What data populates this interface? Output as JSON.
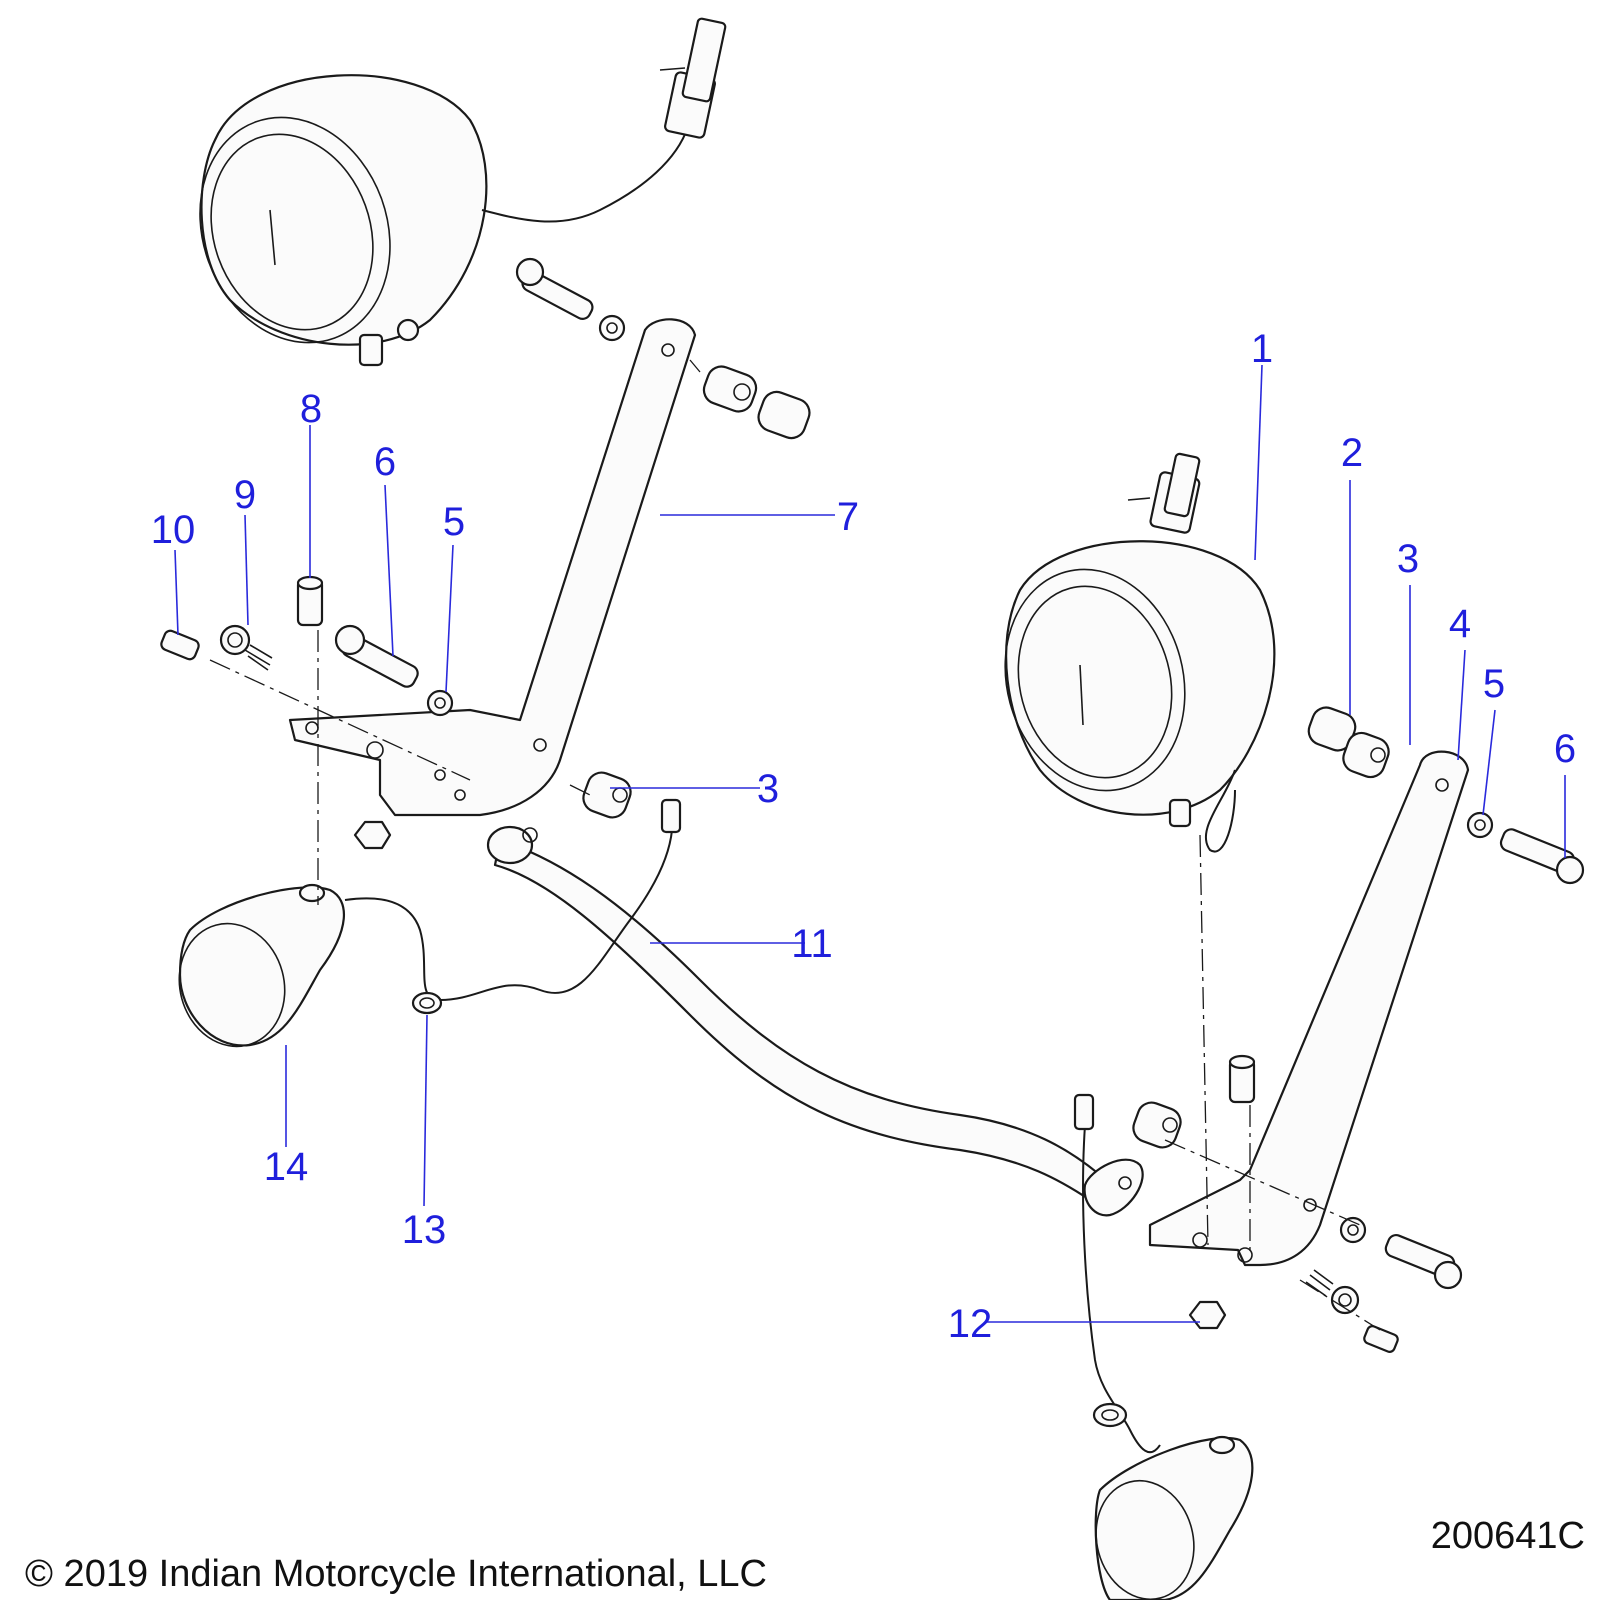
{
  "diagram": {
    "callouts": [
      {
        "id": "c1",
        "label": "1"
      },
      {
        "id": "c2",
        "label": "2"
      },
      {
        "id": "c3a",
        "label": "3"
      },
      {
        "id": "c3b",
        "label": "3"
      },
      {
        "id": "c4",
        "label": "4"
      },
      {
        "id": "c5a",
        "label": "5"
      },
      {
        "id": "c5b",
        "label": "5"
      },
      {
        "id": "c6a",
        "label": "6"
      },
      {
        "id": "c6b",
        "label": "6"
      },
      {
        "id": "c7",
        "label": "7"
      },
      {
        "id": "c8",
        "label": "8"
      },
      {
        "id": "c9",
        "label": "9"
      },
      {
        "id": "c10",
        "label": "10"
      },
      {
        "id": "c11",
        "label": "11"
      },
      {
        "id": "c12",
        "label": "12"
      },
      {
        "id": "c13",
        "label": "13"
      },
      {
        "id": "c14",
        "label": "14"
      }
    ],
    "colors": {
      "callout": "#1f1fdc",
      "line": "#1a1a1a"
    }
  },
  "footer": {
    "copyright": "© 2019 Indian Motorcycle International, LLC",
    "figure_id": "200641C"
  }
}
